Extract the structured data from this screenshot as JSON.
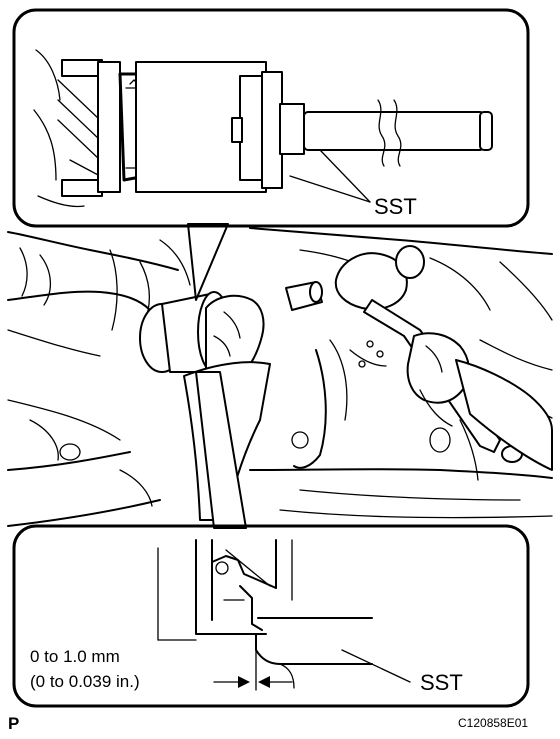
{
  "top_callout": {
    "sst_label": "SST"
  },
  "bottom_callout": {
    "clearance_mm": "0 to 1.0 mm",
    "clearance_in": "(0 to 0.039 in.)",
    "sst_label": "SST"
  },
  "footer": {
    "corner_mark": "P",
    "figure_code": "C120858E01"
  }
}
